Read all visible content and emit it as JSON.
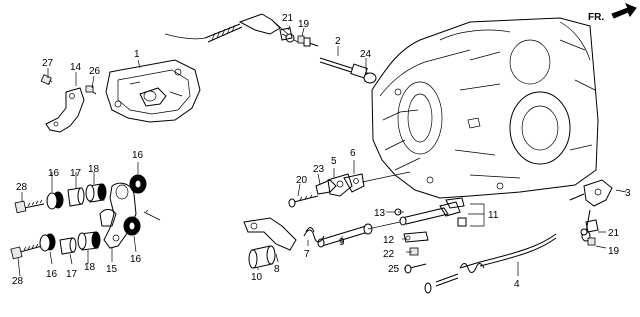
{
  "direction_label": "FR.",
  "callouts": [
    {
      "id": "c1",
      "text": "1"
    },
    {
      "id": "c2",
      "text": "2"
    },
    {
      "id": "c3",
      "text": "3"
    },
    {
      "id": "c4",
      "text": "4"
    },
    {
      "id": "c5",
      "text": "5"
    },
    {
      "id": "c6",
      "text": "6"
    },
    {
      "id": "c7",
      "text": "7"
    },
    {
      "id": "c8",
      "text": "8"
    },
    {
      "id": "c9",
      "text": "9"
    },
    {
      "id": "c10",
      "text": "10"
    },
    {
      "id": "c11",
      "text": "11"
    },
    {
      "id": "c12",
      "text": "12"
    },
    {
      "id": "c13",
      "text": "13"
    },
    {
      "id": "c14",
      "text": "14"
    },
    {
      "id": "c15",
      "text": "15"
    },
    {
      "id": "c16a",
      "text": "16"
    },
    {
      "id": "c16b",
      "text": "16"
    },
    {
      "id": "c16c",
      "text": "16"
    },
    {
      "id": "c16d",
      "text": "16"
    },
    {
      "id": "c17a",
      "text": "17"
    },
    {
      "id": "c17b",
      "text": "17"
    },
    {
      "id": "c18a",
      "text": "18"
    },
    {
      "id": "c18b",
      "text": "18"
    },
    {
      "id": "c19a",
      "text": "19"
    },
    {
      "id": "c19b",
      "text": "19"
    },
    {
      "id": "c20",
      "text": "20"
    },
    {
      "id": "c21a",
      "text": "21"
    },
    {
      "id": "c21b",
      "text": "21"
    },
    {
      "id": "c22",
      "text": "22"
    },
    {
      "id": "c23",
      "text": "23"
    },
    {
      "id": "c24",
      "text": "24"
    },
    {
      "id": "c25",
      "text": "25"
    },
    {
      "id": "c26",
      "text": "26"
    },
    {
      "id": "c27",
      "text": "27"
    },
    {
      "id": "c28a",
      "text": "28"
    },
    {
      "id": "c28b",
      "text": "28"
    }
  ]
}
